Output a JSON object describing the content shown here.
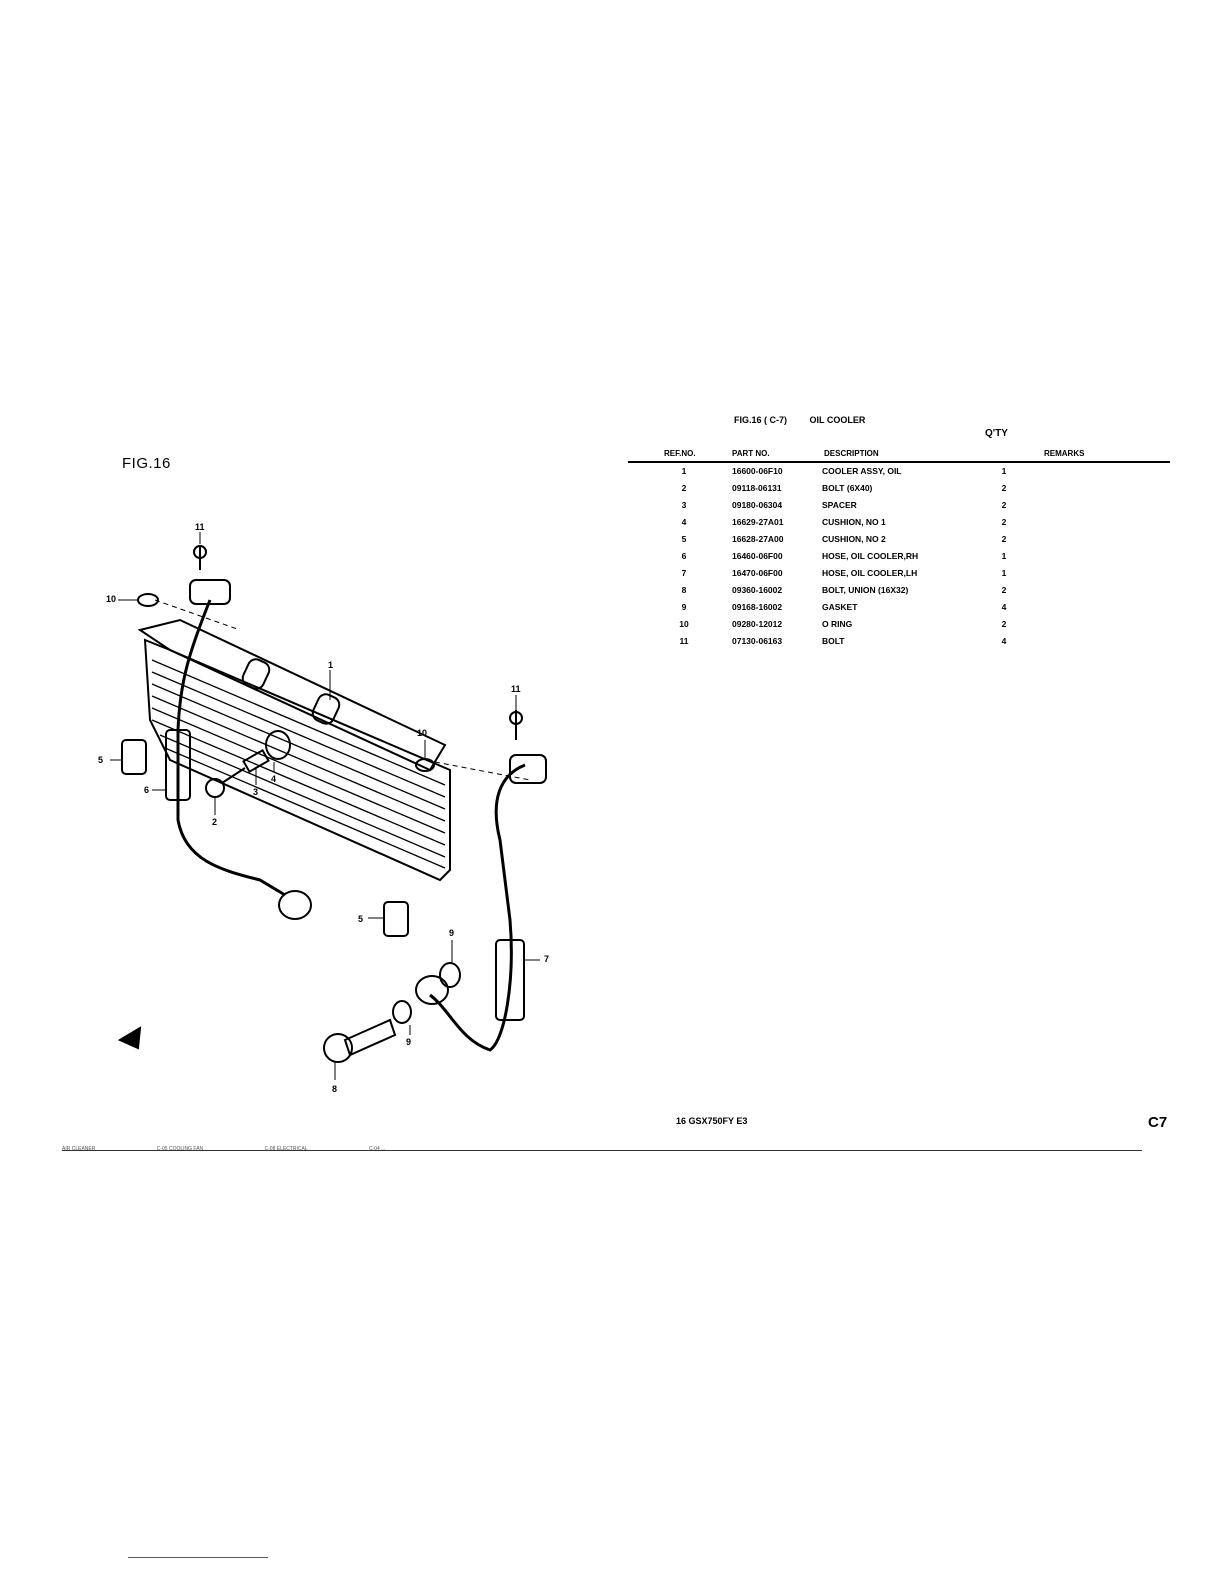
{
  "figure": {
    "label": "FIG.16",
    "callouts": [
      "1",
      "2",
      "3",
      "4",
      "5",
      "5",
      "6",
      "7",
      "8",
      "9",
      "9",
      "10",
      "10",
      "11",
      "11"
    ]
  },
  "table": {
    "fig_ref": "FIG.16 ( C-7)",
    "title": "OIL COOLER",
    "qty_header": "Q'TY",
    "headers": {
      "ref": "REF.NO.",
      "part": "PART NO.",
      "desc": "DESCRIPTION",
      "remarks": "REMARKS"
    },
    "rows": [
      {
        "ref": "1",
        "part": "16600-06F10",
        "desc": "COOLER ASSY, OIL",
        "qty": "1"
      },
      {
        "ref": "2",
        "part": "09118-06131",
        "desc": "BOLT (6X40)",
        "qty": "2"
      },
      {
        "ref": "3",
        "part": "09180-06304",
        "desc": "SPACER",
        "qty": "2"
      },
      {
        "ref": "4",
        "part": "16629-27A01",
        "desc": "CUSHION, NO 1",
        "qty": "2"
      },
      {
        "ref": "5",
        "part": "16628-27A00",
        "desc": "CUSHION, NO 2",
        "qty": "2"
      },
      {
        "ref": "6",
        "part": "16460-06F00",
        "desc": "HOSE, OIL COOLER,RH",
        "qty": "1"
      },
      {
        "ref": "7",
        "part": "16470-06F00",
        "desc": "HOSE, OIL COOLER,LH",
        "qty": "1"
      },
      {
        "ref": "8",
        "part": "09360-16002",
        "desc": "BOLT, UNION (16X32)",
        "qty": "2"
      },
      {
        "ref": "9",
        "part": "09168-16002",
        "desc": "GASKET",
        "qty": "4"
      },
      {
        "ref": "10",
        "part": "09280-12012",
        "desc": "O RING",
        "qty": "2"
      },
      {
        "ref": "11",
        "part": "07130-06163",
        "desc": "BOLT",
        "qty": "4"
      }
    ]
  },
  "footer": {
    "model": "16 GSX750FY E3",
    "page_code": "C7",
    "links": [
      "AIR CLEANER",
      "C-05 COOLING FAN",
      "C-08 ELECTRICAL",
      "C-04 ..."
    ]
  }
}
